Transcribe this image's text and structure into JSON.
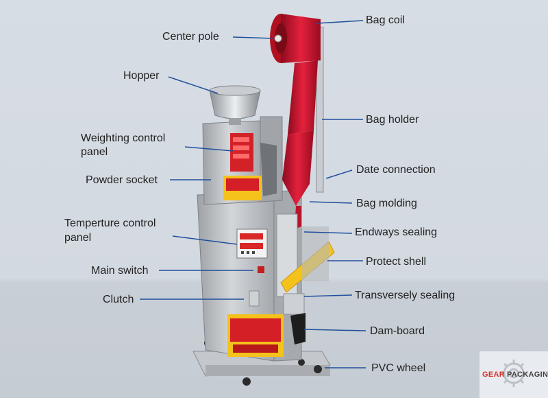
{
  "labels": {
    "bag_coil": "Bag coil",
    "center_pole": "Center pole",
    "hopper": "Hopper",
    "bag_holder": "Bag holder",
    "weighting_control_panel_1": "Weighting control",
    "weighting_control_panel_2": "panel",
    "date_connection": "Date connection",
    "powder_socket": "Powder socket",
    "bag_molding": "Bag molding",
    "temperture_control_panel_1": "Temperture control",
    "temperture_control_panel_2": "panel",
    "endways_sealing": "Endways sealing",
    "protect_shell": "Protect shell",
    "main_switch": "Main switch",
    "clutch": "Clutch",
    "transversely_sealing": "Transversely sealing",
    "dam_board": "Dam-board",
    "pvc_wheel": "PVC wheel"
  },
  "watermark": {
    "brand_a": "GEAR",
    "brand_b": "PACKAGING",
    "icon": "gear-icon"
  },
  "colors": {
    "leader_line": "#1f4f9c",
    "film_red": "#c8102e",
    "steel": "#b9bcc0"
  }
}
